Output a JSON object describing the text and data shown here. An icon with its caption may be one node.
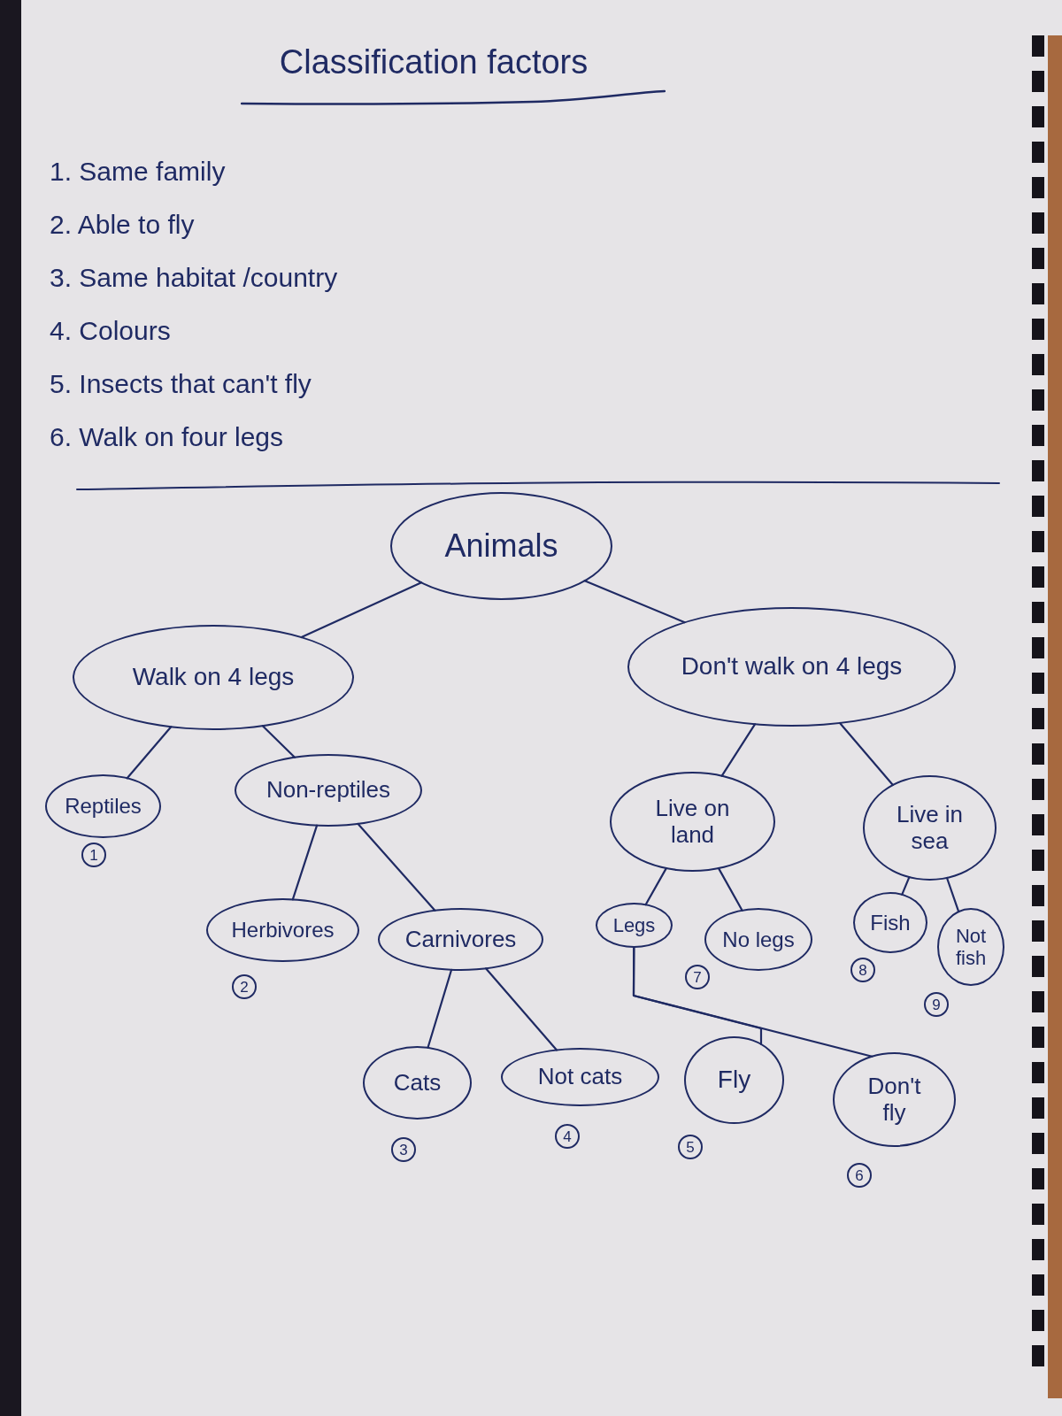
{
  "diagram": {
    "title": "Classification factors",
    "nodes": [
      {
        "text": [
          "Animals"
        ]
      },
      {
        "text": [
          "Walk on 4 legs"
        ]
      },
      {
        "text": [
          "Don't walk on 4 legs"
        ]
      },
      {
        "text": [
          "Reptiles"
        ],
        "beside": [
          "1"
        ]
      },
      {
        "text": [
          "Non-reptiles"
        ]
      },
      {
        "text": [
          "Live on land"
        ]
      },
      {
        "text": [
          "Live in sea"
        ]
      },
      {
        "text": [
          "Herbivores"
        ],
        "beside": [
          "2"
        ]
      },
      {
        "text": [
          "Carnivores"
        ]
      },
      {
        "text": [
          "Legs"
        ]
      },
      {
        "text": [
          "No legs"
        ],
        "beside": [
          "7"
        ]
      },
      {
        "text": [
          "Fish"
        ],
        "beside": [
          "8"
        ]
      },
      {
        "text": [
          "Not fish"
        ],
        "beside": [
          "9"
        ]
      },
      {
        "text": [
          "Cats"
        ],
        "beside": [
          "3"
        ]
      },
      {
        "text": [
          "Not cats"
        ],
        "beside": [
          "4"
        ]
      },
      {
        "text": [
          "Fly"
        ],
        "beside": [
          "5"
        ]
      },
      {
        "text": [
          "Don't fly"
        ],
        "beside": [
          "6"
        ]
      }
    ],
    "edges": [
      {
        "from": 0,
        "to": 1,
        "arrow": "none"
      },
      {
        "from": 0,
        "to": 2,
        "arrow": "none"
      },
      {
        "from": 1,
        "to": 3,
        "arrow": "none"
      },
      {
        "from": 1,
        "to": 4,
        "arrow": "none"
      },
      {
        "from": 2,
        "to": 5,
        "arrow": "none"
      },
      {
        "from": 2,
        "to": 6,
        "arrow": "none"
      },
      {
        "from": 4,
        "to": 7,
        "arrow": "none"
      },
      {
        "from": 4,
        "to": 8,
        "arrow": "none"
      },
      {
        "from": 5,
        "to": 9,
        "arrow": "none"
      },
      {
        "from": 5,
        "to": 10,
        "arrow": "none"
      },
      {
        "from": 6,
        "to": 11,
        "arrow": "none"
      },
      {
        "from": 6,
        "to": 12,
        "arrow": "none"
      },
      {
        "from": 8,
        "to": 13,
        "arrow": "none"
      },
      {
        "from": 8,
        "to": 14,
        "arrow": "none"
      },
      {
        "from": 9,
        "to": 15,
        "arrow": "none"
      },
      {
        "from": 9,
        "to": 16,
        "arrow": "none"
      }
    ],
    "labels": [
      "1. Same family",
      "2. Able to fly",
      "3. Same habitat /country",
      "4. Colours",
      "5. Insects that can't fly",
      "6. Walk on four legs"
    ]
  }
}
